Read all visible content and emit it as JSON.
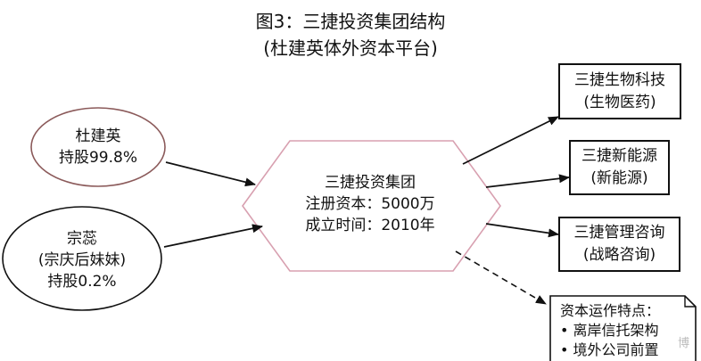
{
  "title": "图3：三捷投资集团结构",
  "subtitle": "(杜建英体外资本平台)",
  "shareholders": [
    {
      "name": "杜建英",
      "stake": "持股99.8%"
    },
    {
      "name": "宗蕊",
      "relation": "(宗庆后妹妹)",
      "stake": "持股0.2%"
    }
  ],
  "center": {
    "name": "三捷投资集团",
    "capital": "注册资本：5000万",
    "founded": "成立时间：2010年"
  },
  "subsidiaries": [
    {
      "name": "三捷生物科技",
      "field": "(生物医药)"
    },
    {
      "name": "三捷新能源",
      "field": "(新能源)"
    },
    {
      "name": "三捷管理咨询",
      "field": "(战略咨询)"
    }
  ],
  "note": {
    "heading": "资本运作特点：",
    "items": [
      "离岸信托架构",
      "境外公司前置"
    ]
  },
  "watermark": "博",
  "colors": {
    "ellipse1_stroke": "#8b5a5a",
    "ellipse2_stroke": "#111111",
    "hexagon_stroke": "#d8a0b0"
  }
}
